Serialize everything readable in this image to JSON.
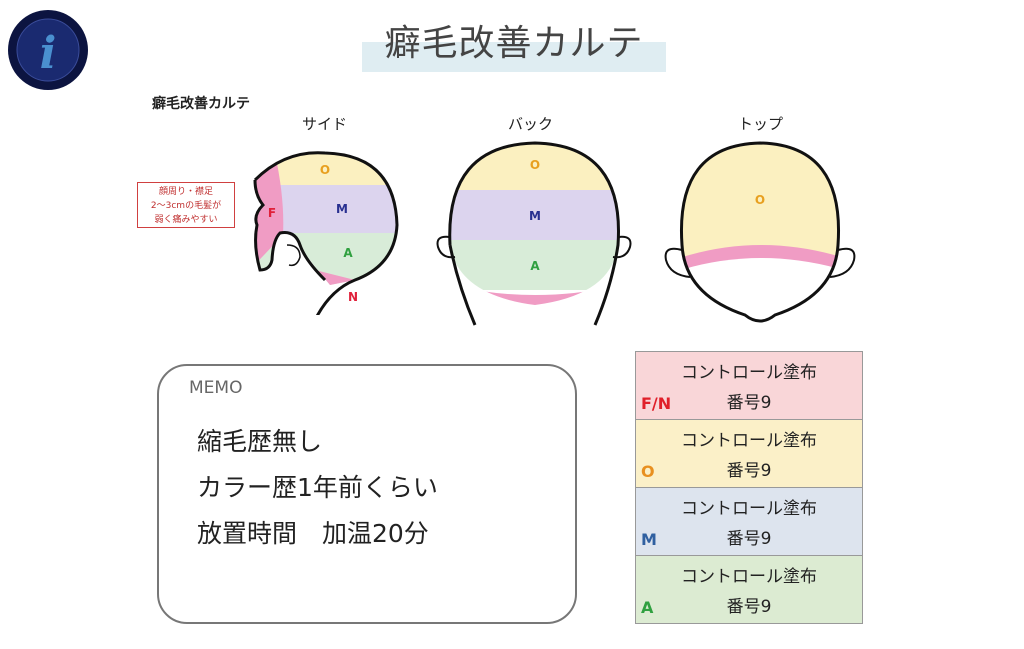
{
  "title": "癖毛改善カルテ",
  "subtitle": "癖毛改善カルテ",
  "logo": {
    "letter": "i"
  },
  "views": {
    "side": "サイド",
    "back": "バック",
    "top": "トップ"
  },
  "note": [
    "顔周り・襟足",
    "2～3cmの毛髪が",
    "弱く痛みやすい"
  ],
  "zones": {
    "O": "O",
    "M": "M",
    "A": "A",
    "F": "F",
    "N": "N"
  },
  "colors": {
    "O": "#fbf0c0",
    "M": "#dcd4ee",
    "A": "#d8ecd8",
    "F": "#f09cc4",
    "O_text": "#e8a020",
    "M_text": "#283090",
    "A_text": "#30a040",
    "F_text": "#e0203a"
  },
  "memo": {
    "title": "MEMO",
    "lines": [
      "縮毛歴無し",
      "カラー歴1年前くらい",
      "放置時間　加温20分"
    ]
  },
  "legend": [
    {
      "code": "F/N",
      "line1": "コントロール塗布",
      "line2": "番号9",
      "bg": "#f9d6d8",
      "color": "#e0202a"
    },
    {
      "code": "O",
      "line1": "コントロール塗布",
      "line2": "番号9",
      "bg": "#fbf0c8",
      "color": "#e89020"
    },
    {
      "code": "M",
      "line1": "コントロール塗布",
      "line2": "番号9",
      "bg": "#dde4ee",
      "color": "#3060a0"
    },
    {
      "code": "A",
      "line1": "コントロール塗布",
      "line2": "番号9",
      "bg": "#dcebd2",
      "color": "#30a040"
    }
  ]
}
